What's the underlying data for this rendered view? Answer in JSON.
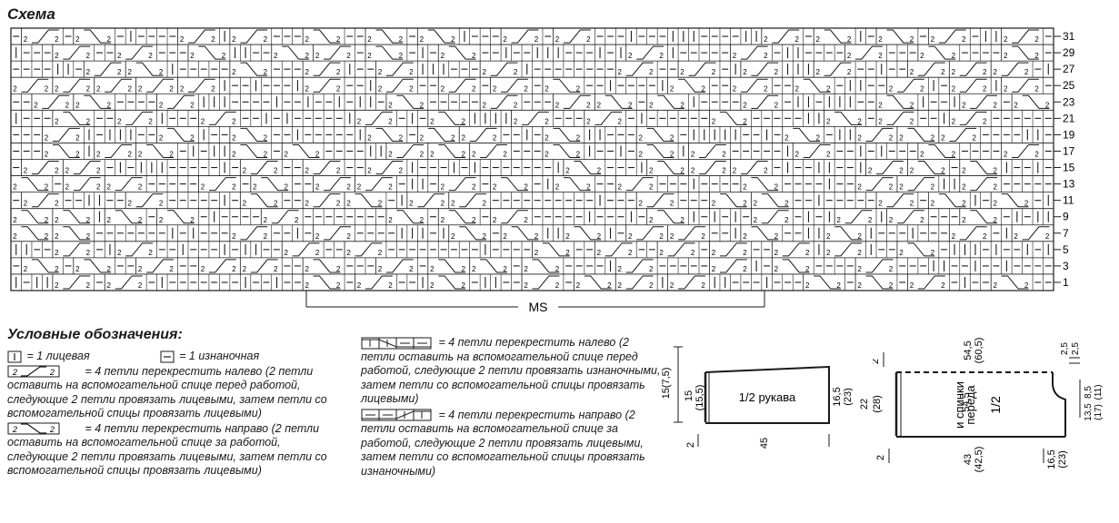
{
  "chart_title": "Схема",
  "row_numbers": [
    "31",
    "29",
    "27",
    "25",
    "23",
    "21",
    "19",
    "17",
    "15",
    "13",
    "11",
    "9",
    "7",
    "5",
    "3",
    "1"
  ],
  "cable_count": "2",
  "ms_label": "MS",
  "legend": {
    "title": "Условные обозначения:",
    "knit": "= 1 лицевая",
    "purl": "= 1 изнаночная",
    "cable_left_knit": "= 4 петли перекрестить налево (2 петли оставить на вспомогательной спице перед работой, следующие 2 петли провязать лицевыми, затем петли со вспомогательной спицы провязать лицевыми)",
    "cable_right_knit": "= 4 петли перекрестить направо (2 петли оставить на вспомогательной спице за работой, следующие 2 петли провязать лицевыми, затем петли со вспомогательной спицы провязать лицевыми)",
    "cable_left_purl": "= 4 петли перекрестить налево (2 петли оставить на вспомогательной спице перед работой, следующие 2 петли провязать изнаночными, затем петли со вспомогательной спицы провязать лицевыми)",
    "cable_right_purl": "= 4 петли перекрестить направо (2 петли оставить на вспомогательной спице за работой, следующие 2 петли провязать лицевыми, затем петли со вспомогательной спицы провязать изнаночными)"
  },
  "sleeve": {
    "label": "1/2 рукава",
    "left_outer": "15(7,5)",
    "left_inner": "15",
    "left_inner2": "(15,5)",
    "right_a": "16,5",
    "right_b": "(23)",
    "right_c": "22",
    "right_d": "(28)",
    "bottom": "45",
    "corner": "2"
  },
  "body": {
    "label_a": "1/2",
    "label_b": "переда",
    "label_c": "и спинки",
    "top_a": "54,5",
    "top_b": "(60,5)",
    "bottom_a": "43",
    "bottom_b": "(42,5)",
    "side_a": "2,5",
    "side_b": "2,5",
    "right_a": "8,5",
    "right_b": "(11)",
    "right_c": "13,5",
    "right_d": "(17)",
    "right_e": "16,5",
    "right_f": "(23)",
    "corner": "2"
  }
}
